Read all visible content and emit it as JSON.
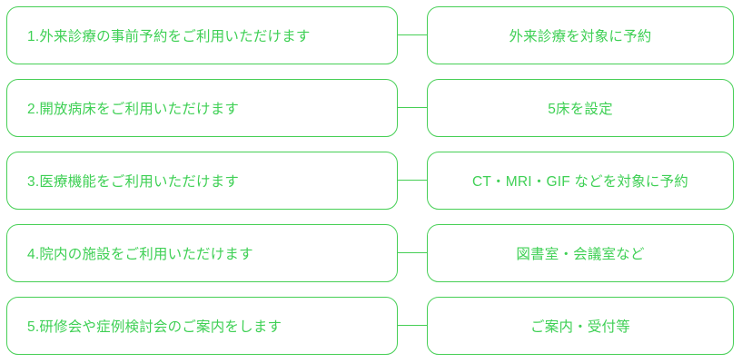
{
  "diagram": {
    "type": "two-column-flow",
    "accent_color": "#46cf55",
    "text_color": "#3fd055",
    "background_color": "#ffffff",
    "connector_icon": "horizontal-line-connector",
    "rows": [
      {
        "left": "1.外来診療の事前予約をご利用いただけます",
        "right": "外来診療を対象に予約"
      },
      {
        "left": "2.開放病床をご利用いただけます",
        "right": "5床を設定"
      },
      {
        "left": "3.医療機能をご利用いただけます",
        "right": "CT・MRI・GIF などを対象に予約"
      },
      {
        "left": "4.院内の施設をご利用いただけます",
        "right": "図書室・会議室など"
      },
      {
        "left": "5.研修会や症例検討会のご案内をします",
        "right": "ご案内・受付等"
      }
    ]
  }
}
